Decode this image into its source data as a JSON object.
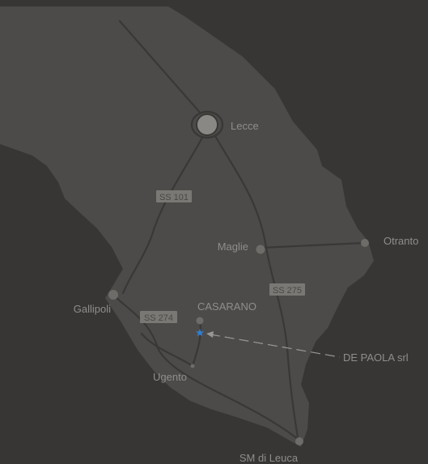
{
  "colors": {
    "background": "#383634",
    "land": "#4d4b49",
    "road": "#3a3836",
    "label": "#8f8d8a",
    "badge": "#7a7875",
    "marker": "#2f7fd1"
  },
  "cities": [
    {
      "id": "lecce",
      "label": "Lecce"
    },
    {
      "id": "maglie",
      "label": "Maglie"
    },
    {
      "id": "otranto",
      "label": "Otranto"
    },
    {
      "id": "gallipoli",
      "label": "Gallipoli"
    },
    {
      "id": "casarano",
      "label": "CASARANO"
    },
    {
      "id": "ugento",
      "label": "Ugento"
    },
    {
      "id": "smleuca",
      "label": "SM di Leuca"
    }
  ],
  "roads": [
    {
      "id": "ss101",
      "label": "SS 101"
    },
    {
      "id": "ss275",
      "label": "SS 275"
    },
    {
      "id": "ss274",
      "label": "SS 274"
    }
  ],
  "marker": {
    "label": "DE PAOLA srl",
    "icon": "star-icon"
  }
}
